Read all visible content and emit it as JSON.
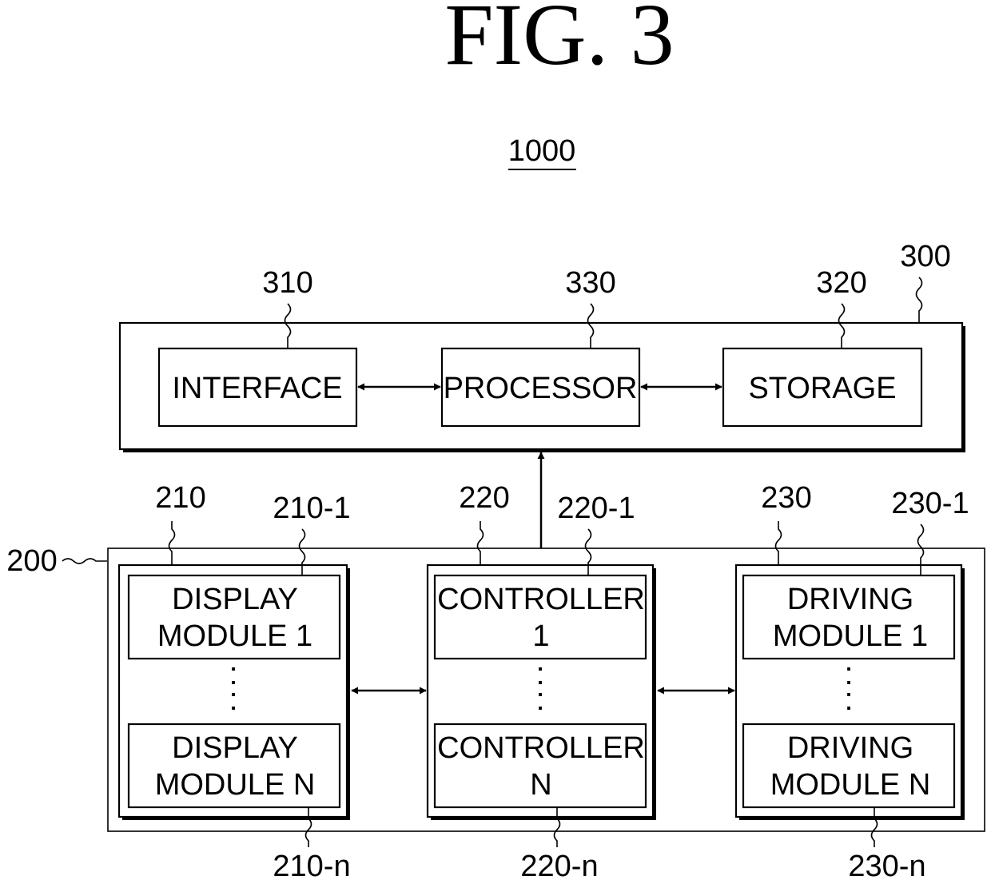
{
  "figure": {
    "title": "FIG. 3",
    "system_ref": "1000"
  },
  "top_unit": {
    "ref": "300",
    "interface": {
      "ref": "310",
      "label": "INTERFACE"
    },
    "processor": {
      "ref": "330",
      "label": "PROCESSOR"
    },
    "storage": {
      "ref": "320",
      "label": "STORAGE"
    }
  },
  "bottom_unit": {
    "ref": "200",
    "display_group": {
      "ref": "210",
      "first_ref": "210-1",
      "last_ref": "210-n",
      "first_line1": "DISPLAY",
      "first_line2": "MODULE 1",
      "last_line1": "DISPLAY",
      "last_line2": "MODULE N"
    },
    "controller_group": {
      "ref": "220",
      "first_ref": "220-1",
      "last_ref": "220-n",
      "first_line1": "CONTROLLER",
      "first_line2": "1",
      "last_line1": "CONTROLLER",
      "last_line2": "N"
    },
    "driving_group": {
      "ref": "230",
      "first_ref": "230-1",
      "last_ref": "230-n",
      "first_line1": "DRIVING",
      "first_line2": "MODULE 1",
      "last_line1": "DRIVING",
      "last_line2": "MODULE N"
    }
  },
  "ellipsis": ":"
}
